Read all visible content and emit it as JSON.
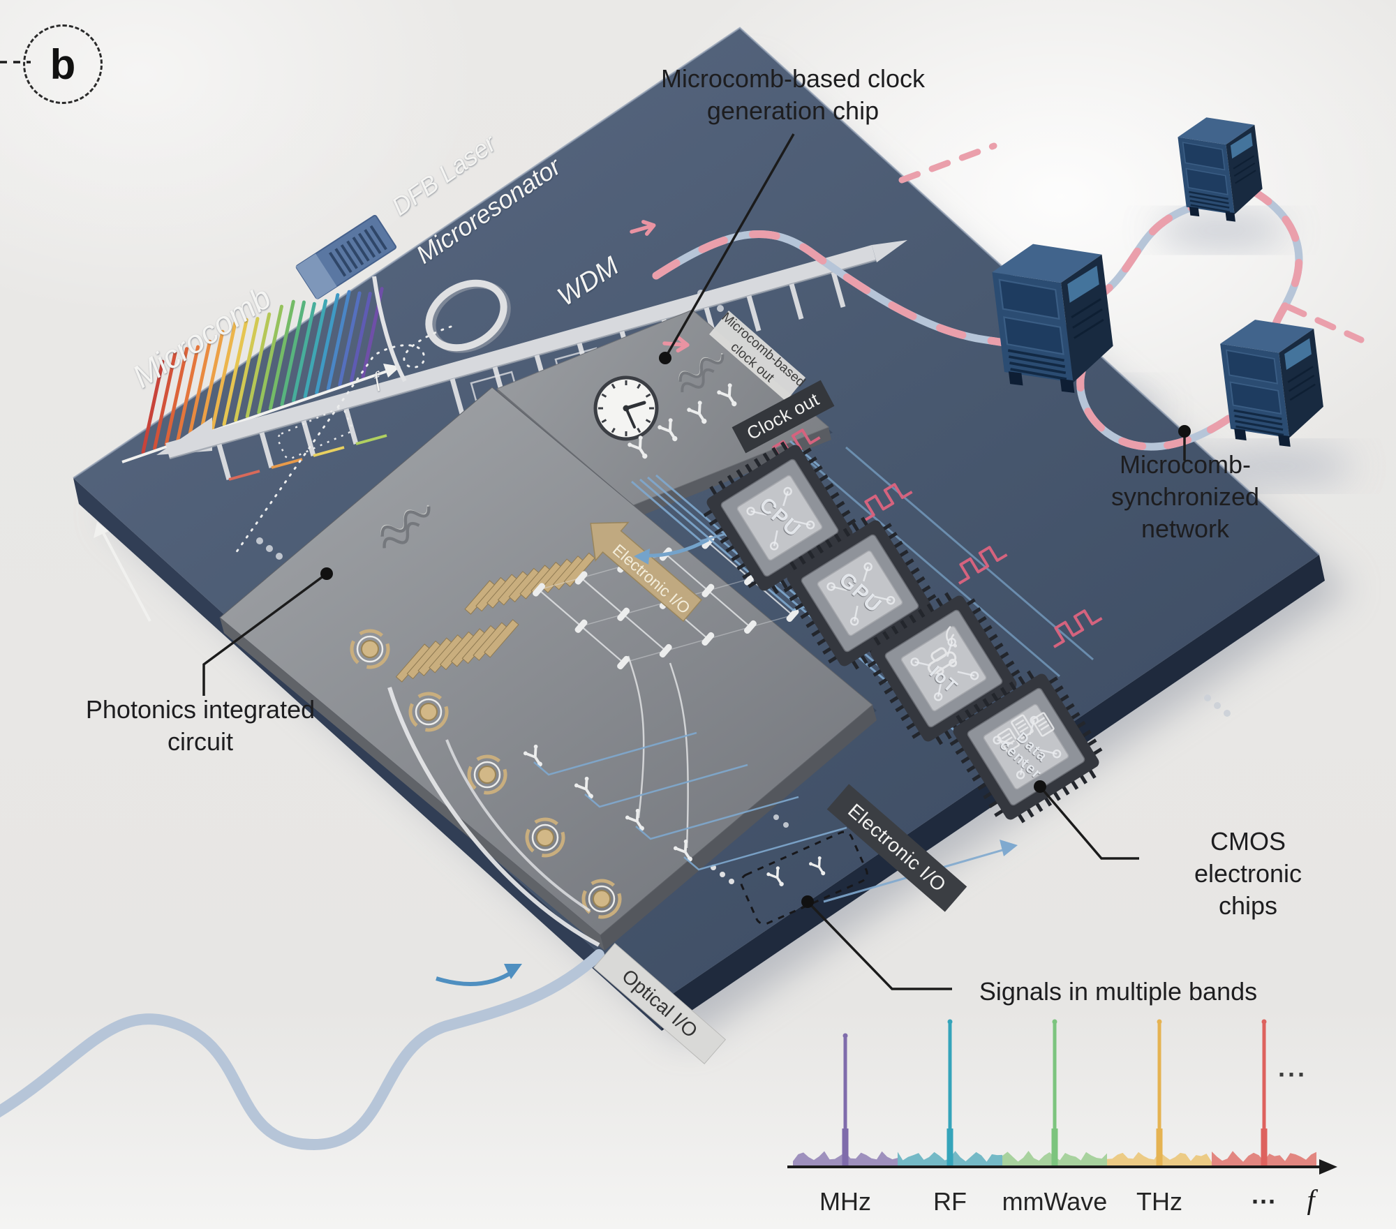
{
  "panel": {
    "label": "b"
  },
  "callouts": {
    "clock_gen": "Microcomb-based clock\ngeneration chip",
    "network": "Microcomb-synchronized\nnetwork",
    "pic": "Photonics integrated\ncircuit",
    "cmos": "CMOS electronic\nchips",
    "signals": "Signals in multiple bands"
  },
  "photonic_chip": {
    "dfb_laser": "DFB Laser",
    "microresonator": "Microresonator",
    "wdm": "WDM",
    "microcomb": "Microcomb",
    "axis_label": "f"
  },
  "clock_chip": {
    "banner_light": "Microcomb-based\nclock out",
    "banner_dark": "Clock out"
  },
  "pic_chip": {
    "electronic_io_arrow": "Electronic I/O",
    "electronic_io": "Electronic I/O",
    "optical_io": "Optical I/O"
  },
  "cmos_chips": [
    {
      "label": "CPU"
    },
    {
      "label": "GPU"
    },
    {
      "label": "IoT"
    },
    {
      "label": "Data center"
    }
  ],
  "spectrum": {
    "axis_label": "f",
    "ellipsis_top": "···",
    "bands": [
      {
        "label": "MHz",
        "color": "#9e90bd",
        "spike": "#7f6cab"
      },
      {
        "label": "RF",
        "color": "#74b9c6",
        "spike": "#35a4ba"
      },
      {
        "label": "mmWave",
        "color": "#a8d29e",
        "spike": "#7cc47e"
      },
      {
        "label": "THz",
        "color": "#eccb85",
        "spike": "#e5b352"
      },
      {
        "label": "···",
        "color": "#e28680",
        "spike": "#dd625e"
      }
    ]
  },
  "microcomb_spectrum": {
    "colors": [
      "#c8433a",
      "#d25239",
      "#dc6339",
      "#e4763c",
      "#e98a40",
      "#eca046",
      "#ecb54c",
      "#e6c551",
      "#d2c953",
      "#b5c756",
      "#95c25c",
      "#74bb67",
      "#58b47e",
      "#47ae9b",
      "#3fa7b4",
      "#3f9ac4",
      "#4a86c6",
      "#5570bf",
      "#5f5bb4",
      "#6f4fa8"
    ]
  },
  "palette": {
    "substrate": "#4b5b74",
    "substrate_side": "#27334a",
    "pic_gray": "#8b8e93",
    "clock_gray": "#909398",
    "gold": "#c9ae7e",
    "trace_blue": "#7fa9cf",
    "trace_red": "#d5637e",
    "fiber": "#b6c5d8",
    "fiber_pink": "#ea9fab",
    "server_blue": "#2b4a6c"
  }
}
